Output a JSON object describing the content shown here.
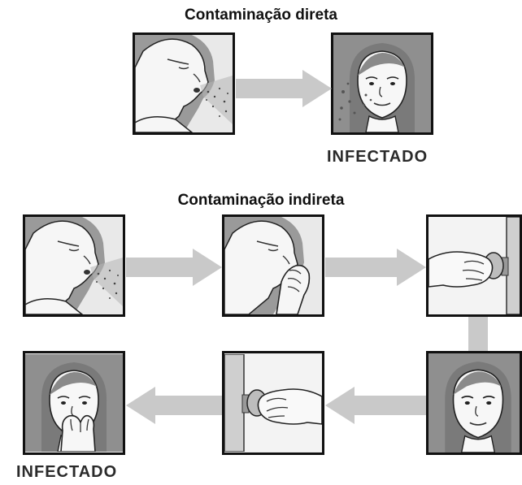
{
  "sections": {
    "direct": {
      "title": "Contaminação direta",
      "result_label": "INFECTADO"
    },
    "indirect": {
      "title": "Contaminação indireta",
      "result_label": "INFECTADO"
    }
  },
  "panels": {
    "direct": [
      "person-coughing",
      "infected-face"
    ],
    "indirect": [
      "person-coughing",
      "person-covering-mouth-with-hand",
      "hand-touching-door-knob",
      "healthy-face",
      "hand-touching-door-knob",
      "person-touching-face"
    ]
  },
  "colors": {
    "border": "#111111",
    "arrow": "#c9c9c9",
    "panel_bg": "#ededed",
    "skin": "#f7f7f7"
  }
}
